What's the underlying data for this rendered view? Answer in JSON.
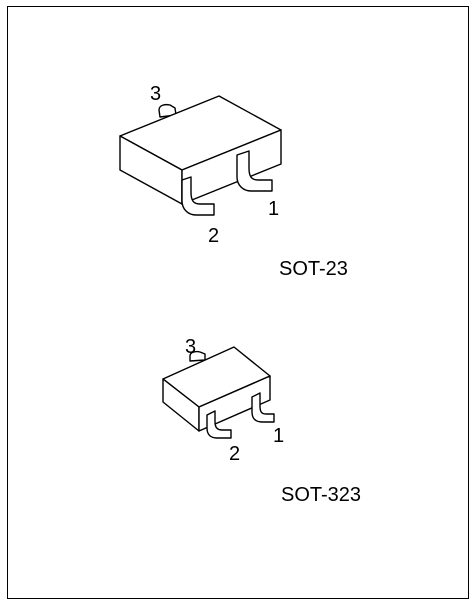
{
  "packages": [
    {
      "name": "SOT-23",
      "pins": {
        "p1": "1",
        "p2": "2",
        "p3": "3"
      }
    },
    {
      "name": "SOT-323",
      "pins": {
        "p1": "1",
        "p2": "2",
        "p3": "3"
      }
    }
  ],
  "colors": {
    "line": "#000000",
    "background": "#ffffff"
  }
}
